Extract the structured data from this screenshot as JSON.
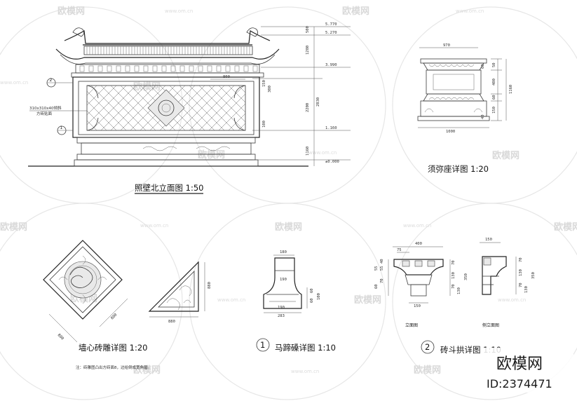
{
  "titles": {
    "north_elevation": "照壁北立面图 1:50",
    "plinth_detail": "须弥座详图  1:20",
    "panel_carving": "墙心砖雕详图 1:20",
    "hoof_corner": "马蹄磉详图 1:10",
    "bracket_detail": "砖斗拱详图 1:10"
  },
  "circle_numbers": {
    "c1": "1",
    "c2": "2"
  },
  "subtitles": {
    "front_view": "立面图",
    "side_view": "侧立面图"
  },
  "notes": {
    "panel_tile": "310x310x40倾斜",
    "panel_tile2": "方砖贴面",
    "footnote": "注：砖雕图凸出方砖面8，边给倒成宽角磨。"
  },
  "elevation_levels": [
    "5.770",
    "5.270",
    "3.990",
    "1.160",
    "±0.000"
  ],
  "elevation_dims": [
    "500",
    "1280",
    "2830",
    "2200",
    "1160",
    "800",
    "300",
    "150",
    "100"
  ],
  "plinth_dims": [
    "970",
    "1000",
    "400",
    "50",
    "60",
    "150",
    "1160",
    "60",
    "40"
  ],
  "panel_dims": [
    "800",
    "800",
    "880",
    "880"
  ],
  "hoof_dims": [
    "180",
    "190",
    "190",
    "283",
    "60",
    "60",
    "100"
  ],
  "bracket_front_dims": [
    "400",
    "75",
    "150",
    "40",
    "55",
    "55",
    "70",
    "60",
    "70",
    "130",
    "70",
    "130",
    "350"
  ],
  "bracket_side_dims": [
    "150",
    "70",
    "130",
    "70",
    "130",
    "350"
  ],
  "markers": {
    "m2": "2",
    "m1": "1"
  },
  "watermark": {
    "brand": "欧模网",
    "url": "www.om.cn"
  },
  "brand_logo": {
    "name": "欧模网",
    "id": "ID:2374471"
  }
}
